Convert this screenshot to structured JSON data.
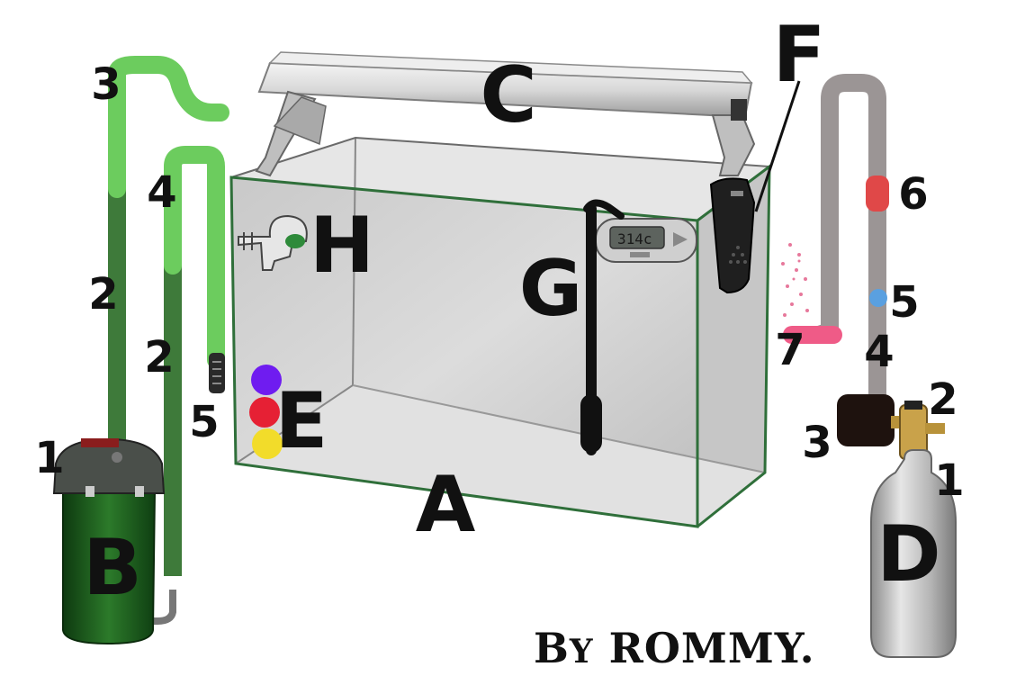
{
  "labels": {
    "tank": "A",
    "filter": "B",
    "light": "C",
    "co2": "D",
    "colors": "E",
    "fan": "F",
    "heater": "G",
    "hose": "H"
  },
  "filter_numbers": {
    "n1": "1",
    "n2a": "2",
    "n2b": "2",
    "n3": "3",
    "n4": "4",
    "n5": "5"
  },
  "co2_numbers": {
    "n1": "1",
    "n2": "2",
    "n3": "3",
    "n4": "4",
    "n5": "5",
    "n6": "6",
    "n7": "7"
  },
  "credit": {
    "first": "B",
    "rest": "Y",
    "name": "ROMMY."
  },
  "colors": {
    "hose_dark": "#3e7a3a",
    "hose_light": "#6ccc5e",
    "co2_tube": "#9b9595",
    "bubble_counter": "#e04848",
    "check_valve": "#5aa0e0",
    "diffuser": "#ef5b87",
    "dot_purple": "#6f1cf0",
    "dot_red": "#e62034",
    "dot_yellow": "#f2dc2a"
  }
}
